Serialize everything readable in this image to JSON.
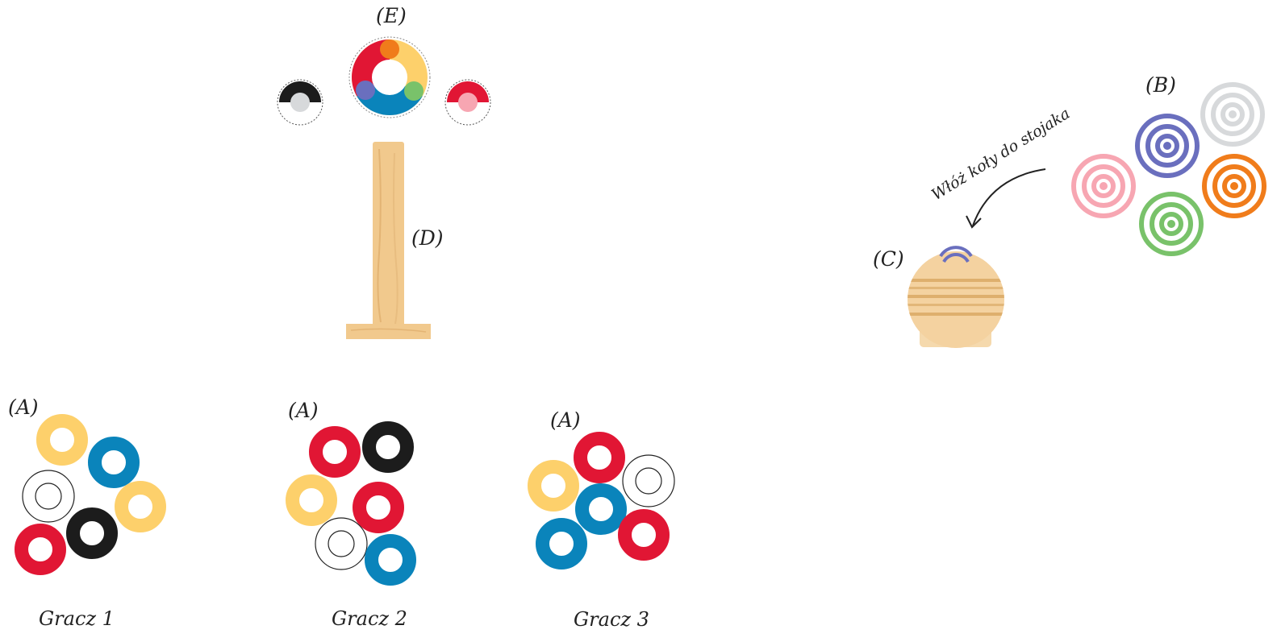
{
  "labels": {
    "a1": "(A)",
    "a2": "(A)",
    "a3": "(A)",
    "b": "(B)",
    "c": "(C)",
    "d": "(D)",
    "e": "(E)"
  },
  "instruction": "Włóż koły do stojaka",
  "players": [
    "Gracz 1",
    "Gracz 2",
    "Gracz 3"
  ],
  "colors": {
    "yellow": "#fdd06b",
    "blue": "#0a84bb",
    "black": "#1c1c1c",
    "red": "#e11634",
    "white_ring_outline": "#222222",
    "purple": "#6a6fbe",
    "grey": "#d7d9db",
    "orange": "#f07c1b",
    "green": "#79c26a",
    "pink": "#f7a6b2",
    "wood": "#f1c98d",
    "wood_dark": "#d9a865"
  },
  "player_rings": [
    [
      "yellow",
      "blue",
      "white",
      "yellow",
      "black",
      "red"
    ],
    [
      "red",
      "black",
      "yellow",
      "red",
      "white",
      "blue"
    ],
    [
      "red",
      "yellow",
      "white",
      "blue",
      "blue",
      "red"
    ]
  ],
  "target_rings_colors": [
    "grey",
    "purple",
    "pink",
    "orange",
    "green"
  ],
  "wheel_segments": [
    "yellow",
    "blue",
    "red"
  ],
  "wheel_dots": [
    "orange",
    "green",
    "purple"
  ],
  "small_tokens": [
    {
      "top": "black",
      "center": "grey"
    },
    {
      "top": "red",
      "center": "pink"
    }
  ]
}
